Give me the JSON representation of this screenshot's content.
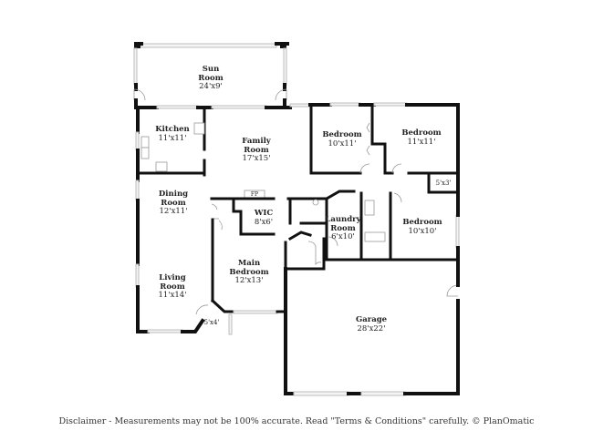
{
  "rooms": [
    {
      "id": "sun-room",
      "name_line1": "Sun",
      "name_line2": "Room",
      "dims": "24'x9'"
    },
    {
      "id": "kitchen",
      "name_line1": "Kitchen",
      "dims": "11'x11'"
    },
    {
      "id": "family-room",
      "name_line1": "Family",
      "name_line2": "Room",
      "dims": "17'x15'"
    },
    {
      "id": "bedroom-1",
      "name_line1": "Bedroom",
      "dims": "10'x11'"
    },
    {
      "id": "bedroom-2",
      "name_line1": "Bedroom",
      "dims": "11'x11'"
    },
    {
      "id": "closet-5x3",
      "dims": "5'x3'"
    },
    {
      "id": "dining-room",
      "name_line1": "Dining",
      "name_line2": "Room",
      "dims": "12'x11'"
    },
    {
      "id": "fireplace",
      "name_line1": "FP"
    },
    {
      "id": "wic",
      "name_line1": "WIC",
      "dims": "8'x6'"
    },
    {
      "id": "laundry-room",
      "name_line1": "Laundry",
      "name_line2": "Room",
      "dims": "6'x10'"
    },
    {
      "id": "bedroom-3",
      "name_line1": "Bedroom",
      "dims": "10'x10'"
    },
    {
      "id": "main-bedroom",
      "name_line1": "Main",
      "name_line2": "Bedroom",
      "dims": "12'x13'"
    },
    {
      "id": "living-room",
      "name_line1": "Living",
      "name_line2": "Room",
      "dims": "11'x14'"
    },
    {
      "id": "closet-5x4",
      "dims": "5'x4'"
    },
    {
      "id": "garage",
      "name_line1": "Garage",
      "dims": "28'x22'"
    }
  ],
  "footer": {
    "disclaimer": "Disclaimer - Measurements may not be 100% accurate. Read \"Terms & Conditions\" carefully. © PlanOmatic"
  }
}
